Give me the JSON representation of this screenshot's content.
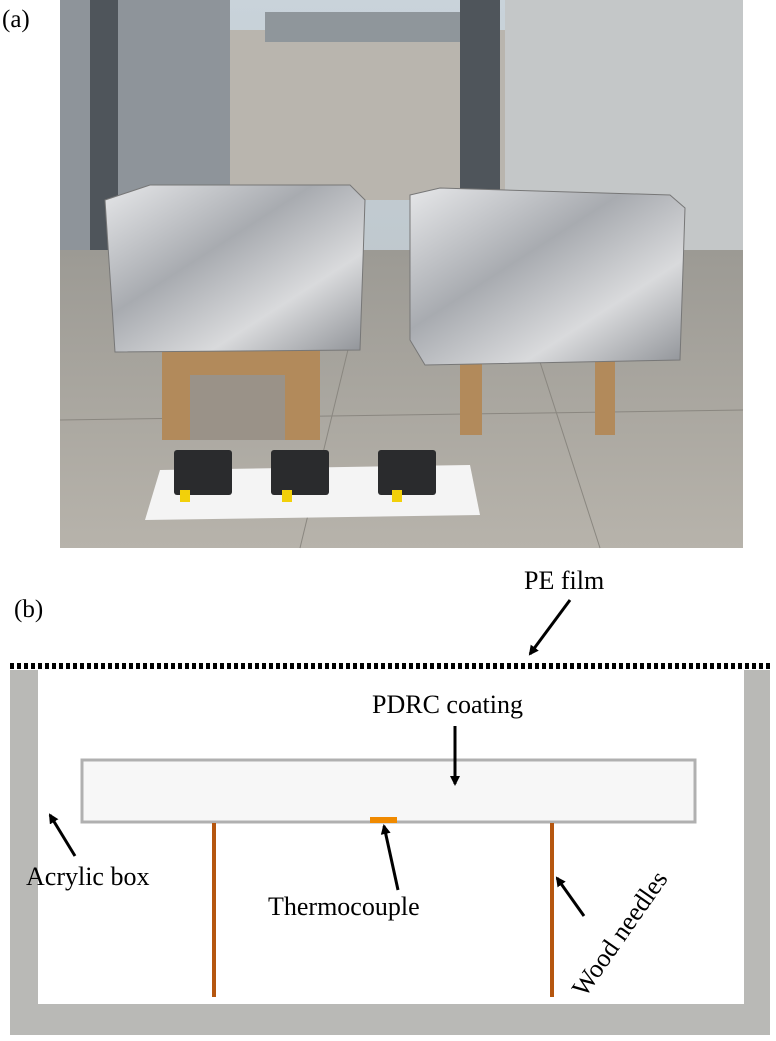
{
  "panel_a": {
    "label": "(a)",
    "photo_description_icon": "photo-rooftop-experiment"
  },
  "panel_b": {
    "label": "(b)",
    "annotations": {
      "pe_film": "PE film",
      "pdrc_coating": "PDRC coating",
      "acrylic_box": "Acrylic box",
      "thermocouple": "Thermocouple",
      "wood_needles": "Wood needles"
    },
    "colors": {
      "box_wall": "#b9b9b6",
      "coating_fill": "#f7f7f7",
      "coating_border": "#b0b0b0",
      "wood_needle": "#b5560f",
      "thermocouple": "#f08a00",
      "film": "#000000"
    }
  }
}
